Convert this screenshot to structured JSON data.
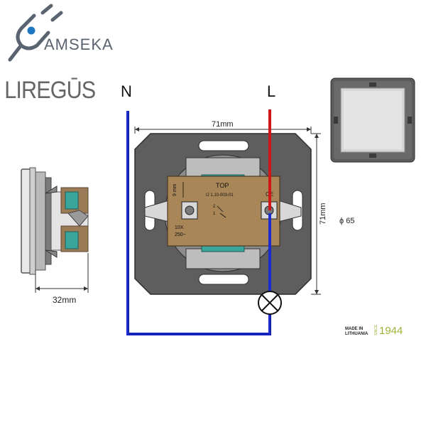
{
  "brand": {
    "amseka": "AMSEKA",
    "liregus": "LIREGŪS",
    "logo_icon": "plug-icon",
    "colors": {
      "accent": "#5a6470",
      "brand_blue": "#1e78c2",
      "made_in_green": "#9cb43c"
    }
  },
  "wiring": {
    "neutral_label": "N",
    "live_label": "L",
    "neutral_color": "#1b2bd0",
    "live_color": "#d01616",
    "load_icon": "lamp-icon"
  },
  "dimensions": {
    "width": "71mm",
    "height": "71mm",
    "depth": "32mm",
    "diameter": "ϕ 65",
    "strip": "9 mm"
  },
  "mechanism_label": {
    "top": "TOP",
    "code": "IJ 1.10-003-01",
    "ce": "CE",
    "terminal_2": "2",
    "terminal_1": "1",
    "rating_current": "10X",
    "rating_voltage": "250~"
  },
  "origin": {
    "made_in": "MADE IN",
    "country": "LITHUANIA",
    "since": "SINCE",
    "year": "1944"
  }
}
